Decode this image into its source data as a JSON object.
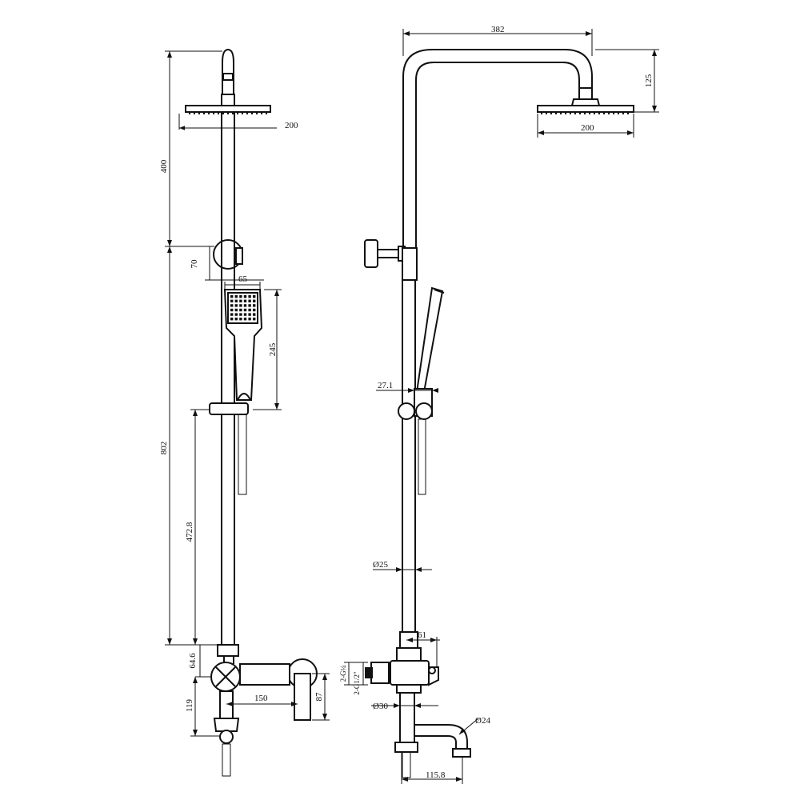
{
  "dimensions": {
    "front": {
      "head_diameter": "200",
      "head_height": "400",
      "holder_offset": "70",
      "hand_width": "65",
      "hand_length": "245",
      "total_height": "802",
      "slide_height": "472.8",
      "mixer_top": "64.6",
      "mixer_height": "119",
      "mixer_spacing": "150",
      "spout_drop": "87"
    },
    "side": {
      "arm_reach": "382",
      "arm_rise": "125",
      "head_diameter": "200",
      "slider_diameter": "27.1",
      "rail_diameter": "Ø25",
      "mixer_depth": "61",
      "outlet_thread_a": "2-G¼",
      "outlet_thread_b": "2-G1/2\"",
      "body_diameter": "Ø30",
      "spout_diameter": "Ø24",
      "spout_reach": "115.8"
    }
  },
  "colors": {
    "line": "#111111",
    "background": "#ffffff"
  }
}
